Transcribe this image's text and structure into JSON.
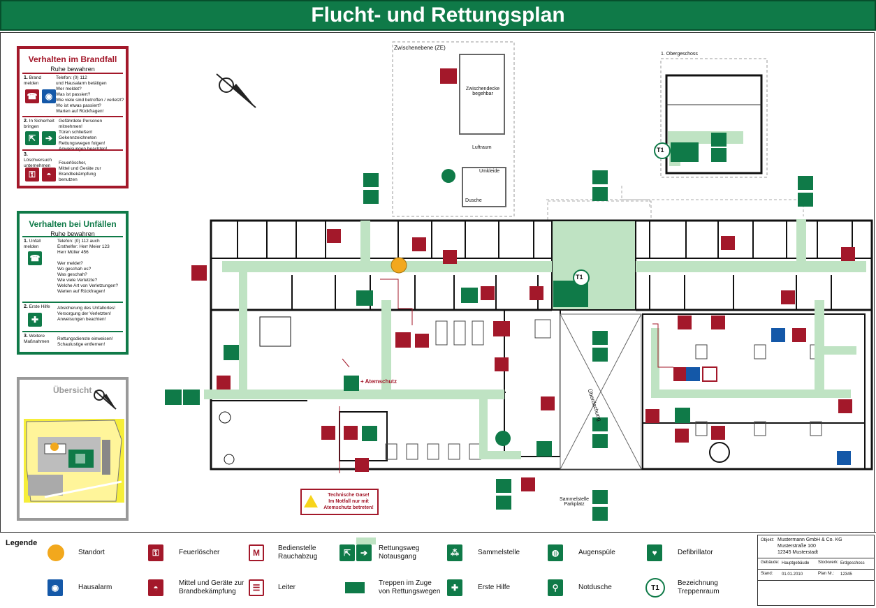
{
  "title": "Flucht- und Rettungsplan",
  "brandfall": {
    "title": "Verhalten im Brandfall",
    "subtitle": "Ruhe bewahren",
    "steps": [
      {
        "num": "1.",
        "head": "Brand melden",
        "text": "Telefon: (0) 112\nund Hausalarm betätigen\nWer meldet?\nWas ist passiert?\nWie viele sind betroffen / verletzt?\nWo ist etwas passiert?\nWarten auf Rückfragen!"
      },
      {
        "num": "2.",
        "head": "In Sicherheit bringen",
        "text": "Gefährdete Personen mitnehmen!\nTüren schließen!\nGekennzeichneten\nRettungswegen folgen!\nAnweisungen beachten!"
      },
      {
        "num": "3.",
        "head": "Löschversuch unternehmen",
        "text": "Feuerlöscher,\nMittel und Geräte zur\nBrandbekämpfung\nbenutzen"
      }
    ]
  },
  "unfall": {
    "title": "Verhalten bei Unfällen",
    "subtitle": "Ruhe bewahren",
    "steps": [
      {
        "num": "1.",
        "head": "Unfall melden",
        "text": "Telefon: (0) 112 auch\nErsthelfer: Herr Meier 123\nHerr Müller 456\n\nWer meldet?\nWo geschah es?\nWas geschah?\nWie viele Verletzte?\nWelche Art von Verletzungen?\nWarten auf Rückfragen!"
      },
      {
        "num": "2.",
        "head": "Erste Hilfe",
        "text": "Absicherung des Unfallortes!\nVersorgung der Verletzten!\nAnweisungen beachten!"
      },
      {
        "num": "3.",
        "head": "Weitere Maßnahmen",
        "text": "Rettungsdienste einweisen!\nSchaulustige entfernen!"
      }
    ]
  },
  "uebersicht": {
    "title": "Übersicht"
  },
  "plan": {
    "zwischenebene": "Zwischenebene (ZE)",
    "zwischendecke": "Zwischendecke begehbar",
    "luftraum": "Luftraum",
    "umkleide": "Umkleide",
    "dusche": "Dusche",
    "obergeschoss": "1. Obergeschoss",
    "t1": "T1",
    "atemschutz": "+ Atemschutz",
    "warning": "Technische Gase!\nIm Notfall nur mit\nAtemschutz betreten!",
    "ueberdachung": "Überdachung",
    "sammelstelle": "Sammelstelle\nParkplatz"
  },
  "legend": {
    "title": "Legende",
    "items": [
      {
        "label": "Standort",
        "icon": "location-dot"
      },
      {
        "label": "Feuerlöscher",
        "icon": "fire-extinguisher"
      },
      {
        "label": "Bedienstelle\nRauchabzug",
        "icon": "smoke-vent"
      },
      {
        "label": "Rettungsweg\nNotausgang",
        "icon": "exit-arrow"
      },
      {
        "label": "Sammelstelle",
        "icon": "assembly-point"
      },
      {
        "label": "Augenspüle",
        "icon": "eye-wash"
      },
      {
        "label": "Defibrillator",
        "icon": "defibrillator"
      },
      {
        "label": "Hausalarm",
        "icon": "alarm"
      },
      {
        "label": "Mittel und Geräte zur\nBrandbekämpfung",
        "icon": "firefighting-equipment"
      },
      {
        "label": "Leiter",
        "icon": "ladder"
      },
      {
        "label": "Treppen im Zuge\nvon Rettungswegen",
        "icon": "stairs"
      },
      {
        "label": "Erste Hilfe",
        "icon": "first-aid"
      },
      {
        "label": "Notdusche",
        "icon": "emergency-shower"
      },
      {
        "label": "Bezeichnung\nTreppenraum",
        "icon": "stair-label"
      }
    ],
    "t1": "T1"
  },
  "info": {
    "objekt_label": "Objekt:",
    "objekt": "Mustermann GmbH & Co. KG\nMusterstraße 100\n12345 Musterstadt",
    "gebaeude_label": "Gebäude:",
    "gebaeude": "Hauptgebäude",
    "stockwerk_label": "Stockwerk:",
    "stockwerk": "Erdgeschoss",
    "stand_label": "Stand:",
    "stand": "01.01.2010",
    "plan_label": "Plan Nr.:",
    "plan_nr": "12345"
  },
  "colors": {
    "green": "#0f7a48",
    "red": "#a3182a",
    "blue": "#1458a8",
    "route": "#bfe3c3",
    "standort": "#f2a81d"
  }
}
